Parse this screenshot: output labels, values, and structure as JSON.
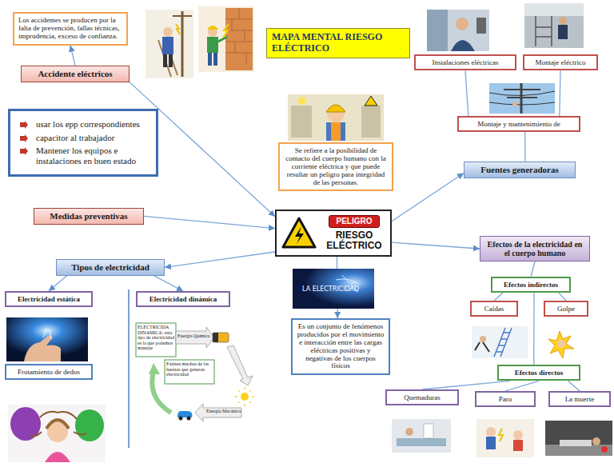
{
  "diagram": {
    "title": "MAPA MENTAL RIESGO ELÉCTRICO",
    "nodes": [
      {
        "text": [
          "Los accidentes se producen por la falta de prevención, fallas técnicas, imprudencia, exceso de confianza."
        ]
      },
      {
        "text": [
          "Accidente eléctricos"
        ]
      },
      {
        "text": [
          "usar los epp correspondientes",
          "capacitor al trabajador",
          "Mantener los equipos e instalaciones en buen estado"
        ]
      },
      {
        "text": [
          "Medidas preventivas"
        ]
      },
      {
        "text": [
          "Se refiere a la posibilidad de contacto del cuerpo humano con la corriente eléctrica y que puede resultar un peligro para integridad de las personas."
        ]
      },
      {
        "text": [
          "PELIGRO",
          "RIESGO ELÉCTRICO"
        ]
      },
      {
        "text": [
          "Instalaciones eléctricas"
        ]
      },
      {
        "text": [
          "Montaje eléctrico"
        ]
      },
      {
        "text": [
          "Montaje y mantenimiento de"
        ]
      },
      {
        "text": [
          "Fuentes generadoras"
        ]
      },
      {
        "text": [
          "Efectos de la electricidad en el cuerpo humano"
        ]
      },
      {
        "text": [
          "Tipos de electricidad"
        ]
      },
      {
        "text": [
          "Electricidad estática"
        ]
      },
      {
        "text": [
          "Electricidad dinámica"
        ]
      },
      {
        "text": [
          "Es un conjunto de fenómenos producidos por el movimiento e interacción entre las cargas eléctricas positivas y negativas de los cuerpos físicos"
        ]
      },
      {
        "text": [
          "Efectos indirectos"
        ]
      },
      {
        "text": [
          "Caídas"
        ]
      },
      {
        "text": [
          "Golpe"
        ]
      },
      {
        "text": [
          "Frotamiento de dedos"
        ]
      },
      {
        "text": [
          "Efectos directos"
        ]
      },
      {
        "text": [
          "Quemaduras"
        ]
      },
      {
        "text": [
          "Paro"
        ]
      },
      {
        "text": [
          "La muerte"
        ]
      }
    ],
    "edges": [
      {
        "from": 1,
        "to": 0,
        "arrow": "to"
      },
      {
        "from": 1,
        "to": 5,
        "arrow": "to"
      },
      {
        "from": 3,
        "to": 5,
        "arrow": "to"
      },
      {
        "from": 5,
        "to": 9,
        "arrow": "to"
      },
      {
        "from": 5,
        "to": 10,
        "arrow": "to"
      },
      {
        "from": 5,
        "to": 11,
        "arrow": "to"
      },
      {
        "from": 5,
        "to": 14,
        "arrow": "to"
      },
      {
        "from": 9,
        "to": 8,
        "arrow": "none"
      },
      {
        "from": 8,
        "to": 6,
        "arrow": "none"
      },
      {
        "from": 8,
        "to": 7,
        "arrow": "none"
      },
      {
        "from": 11,
        "to": 12,
        "arrow": "to"
      },
      {
        "from": 11,
        "to": 13,
        "arrow": "to"
      },
      {
        "from": 10,
        "to": 15,
        "arrow": "none"
      },
      {
        "from": 15,
        "to": 16,
        "arrow": "none"
      },
      {
        "from": 15,
        "to": 17,
        "arrow": "none"
      },
      {
        "from": 15,
        "to": 19,
        "arrow": "none"
      },
      {
        "from": 19,
        "to": 20,
        "arrow": "none"
      },
      {
        "from": 19,
        "to": 21,
        "arrow": "none"
      },
      {
        "from": 19,
        "to": 22,
        "arrow": "none"
      }
    ],
    "labels": [
      "LA ELECTRICIDAD",
      "ELECTRICIDA DINAMICA: esta tipo de electricidad es la que podemos manejar",
      "Energía Química",
      "Existen muchas de las fuerzas que generan electricidad",
      "Energía Mecánica"
    ]
  }
}
